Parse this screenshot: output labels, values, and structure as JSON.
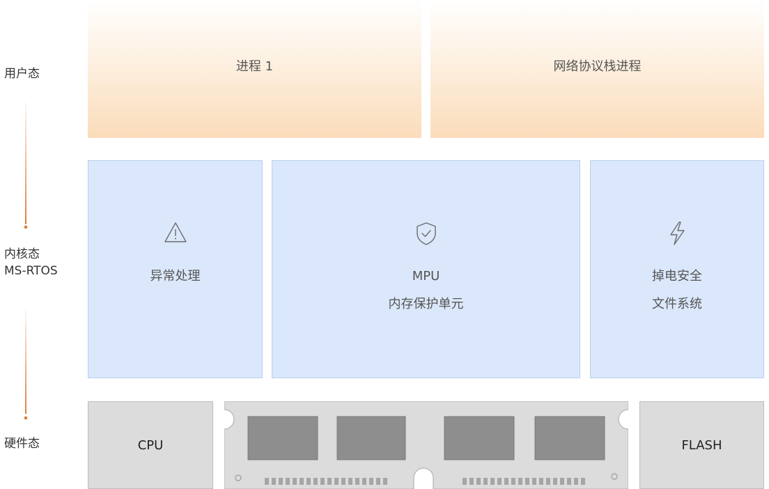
{
  "layers": {
    "user": "用户态",
    "kernel_line1": "内核态",
    "kernel_line2": "MS-RTOS",
    "hardware": "硬件态"
  },
  "user_space": {
    "process1": "进程 1",
    "network_process": "网络协议栈进程"
  },
  "kernel": {
    "exception": {
      "label": "异常处理",
      "icon": "warning-icon"
    },
    "mpu": {
      "line1": "MPU",
      "line2": "内存保护单元",
      "icon": "shield-check-icon"
    },
    "powerfail": {
      "line1": "掉电安全",
      "line2": "文件系统",
      "icon": "lightning-icon"
    }
  },
  "hardware": {
    "cpu": "CPU",
    "flash": "FLASH",
    "ram_icon": "memory-module-icon"
  },
  "colors": {
    "accent": "#e07b3a",
    "user_fill": "#fbdcba",
    "kernel_fill": "#dbe8fb",
    "kernel_border": "#b7cff0",
    "hardware_fill": "#dcdcdc"
  }
}
